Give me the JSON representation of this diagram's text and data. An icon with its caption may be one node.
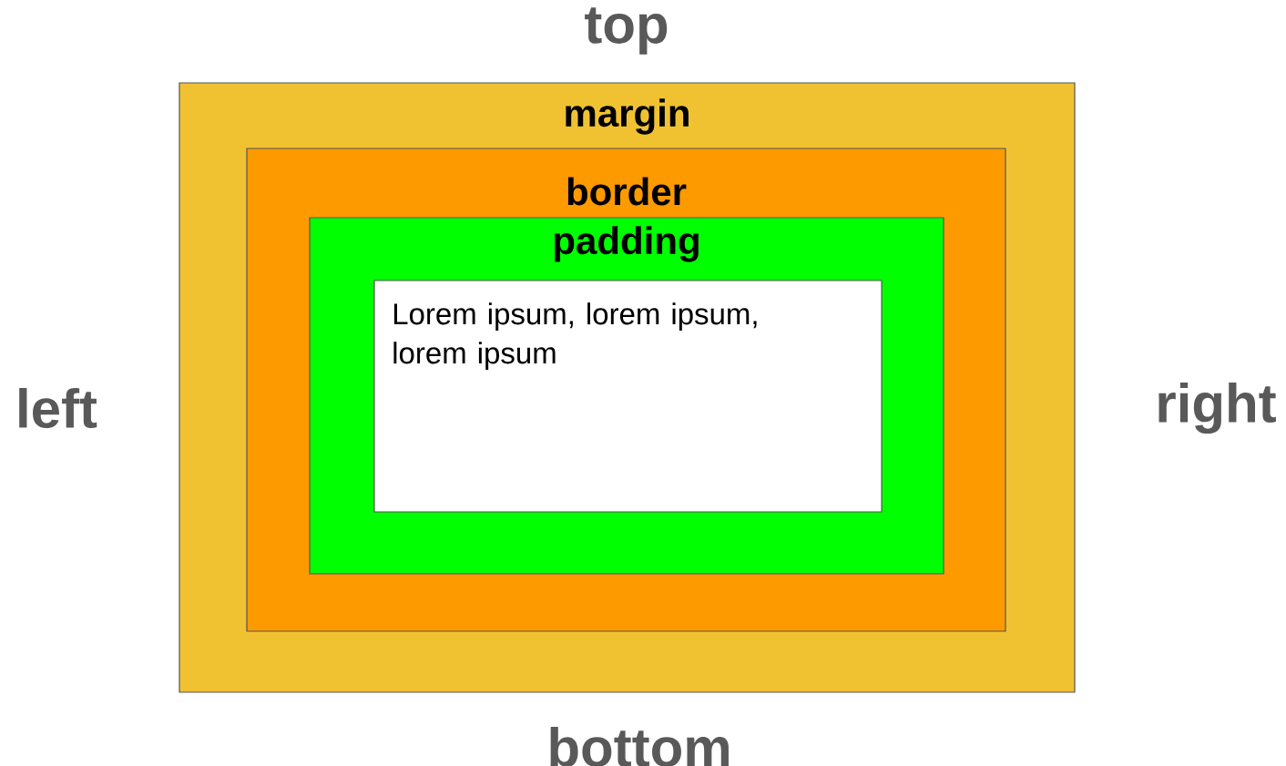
{
  "diagram": {
    "nodes": [
      {
        "text": [
          "margin"
        ]
      },
      {
        "text": [
          "border"
        ],
        "in": 0
      },
      {
        "text": [
          "padding"
        ],
        "in": 1
      },
      {
        "text": [
          "Lorem ipsum, lorem ipsum, lorem ipsum"
        ],
        "in": 2
      }
    ],
    "labels": [
      "top",
      "left",
      "right",
      "bottom"
    ]
  }
}
